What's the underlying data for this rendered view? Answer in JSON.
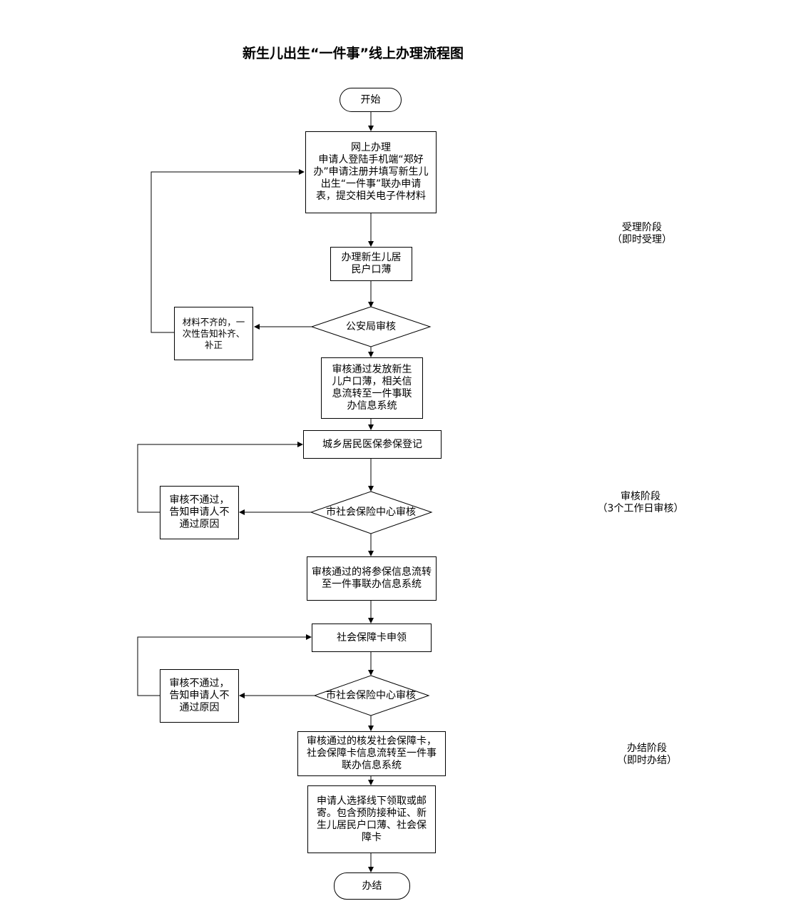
{
  "title": "新生儿出生“一件事”线上办理流程图",
  "nodes": {
    "start": "开始",
    "online_apply": "网上办理\n申请人登陆手机端“郑好办”申请注册并填写新生儿出生“一件事”联办申请表，提交相关电子件材料",
    "household_register": "办理新生儿居\n民户口薄",
    "police_review": "公安局审核",
    "material_incomplete": "材料不齐的，一\n次性告知补齐、\n补正",
    "police_approved": "审核通过发放新生儿户口薄，相关信息流转至一件事联办信息系统",
    "medical_insurance": "城乡居民医保参保登记",
    "social_review_1": "市社会保险中心审核",
    "reject_1": "审核不通过，\n告知申请人不\n通过原因",
    "insurance_approved": "审核通过的将参保信息流转至一件事联办信息系统",
    "card_apply": "社会保障卡申领",
    "social_review_2": "市社会保险中心审核",
    "reject_2": "审核不通过，\n告知申请人不\n通过原因",
    "card_approved": "审核通过的核发社会保障卡，社会保障卡信息流转至一件事联办信息系统",
    "pickup": "申请人选择线下领取或邮寄。包含预防接种证、新生儿居民户口薄、社会保障卡",
    "end": "办结"
  },
  "stages": {
    "acceptance": "受理阶段\n（即时受理）",
    "review": "审核阶段\n（3个工作日审核）",
    "completion": "办结阶段\n（即时办结）"
  }
}
